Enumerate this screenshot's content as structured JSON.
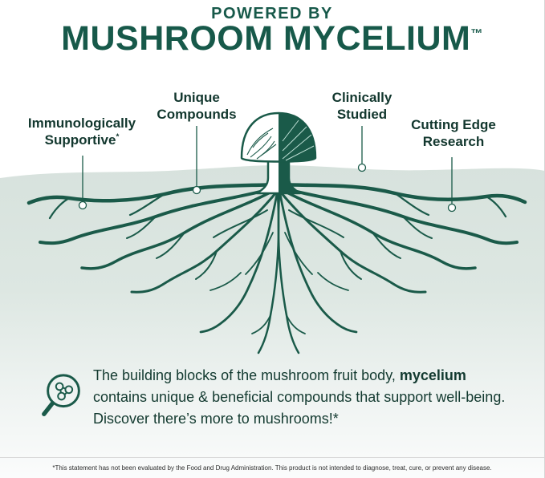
{
  "header": {
    "kicker": "POWERED BY",
    "title": "MUSHROOM MYCELIUM",
    "trademark": "™"
  },
  "callouts": {
    "immunologically": {
      "line1": "Immunologically",
      "line2": "Supportive",
      "sup": "*"
    },
    "unique": {
      "line1": "Unique",
      "line2": "Compounds"
    },
    "clinically": {
      "line1": "Clinically",
      "line2": "Studied"
    },
    "cutting": {
      "line1": "Cutting Edge",
      "line2": "Research"
    }
  },
  "illustration": {
    "mushroom_icon": "mushroom-with-mycelium-roots",
    "magnifier_icon": "magnifier-molecule-icon"
  },
  "description": {
    "part1": "The building blocks of the mushroom fruit body, ",
    "bold": "mycelium",
    "part2": " contains unique & beneficial compounds that support well-being. Discover there’s more to mushrooms!*"
  },
  "disclaimer": "*This statement has not been evaluated by the Food and Drug Administration. This product is not intended to diagnose, treat, cure, or prevent any disease.",
  "colors": {
    "brand_green": "#1a5a49",
    "ground_green": "#dce6e1",
    "text_green": "#133a30"
  }
}
